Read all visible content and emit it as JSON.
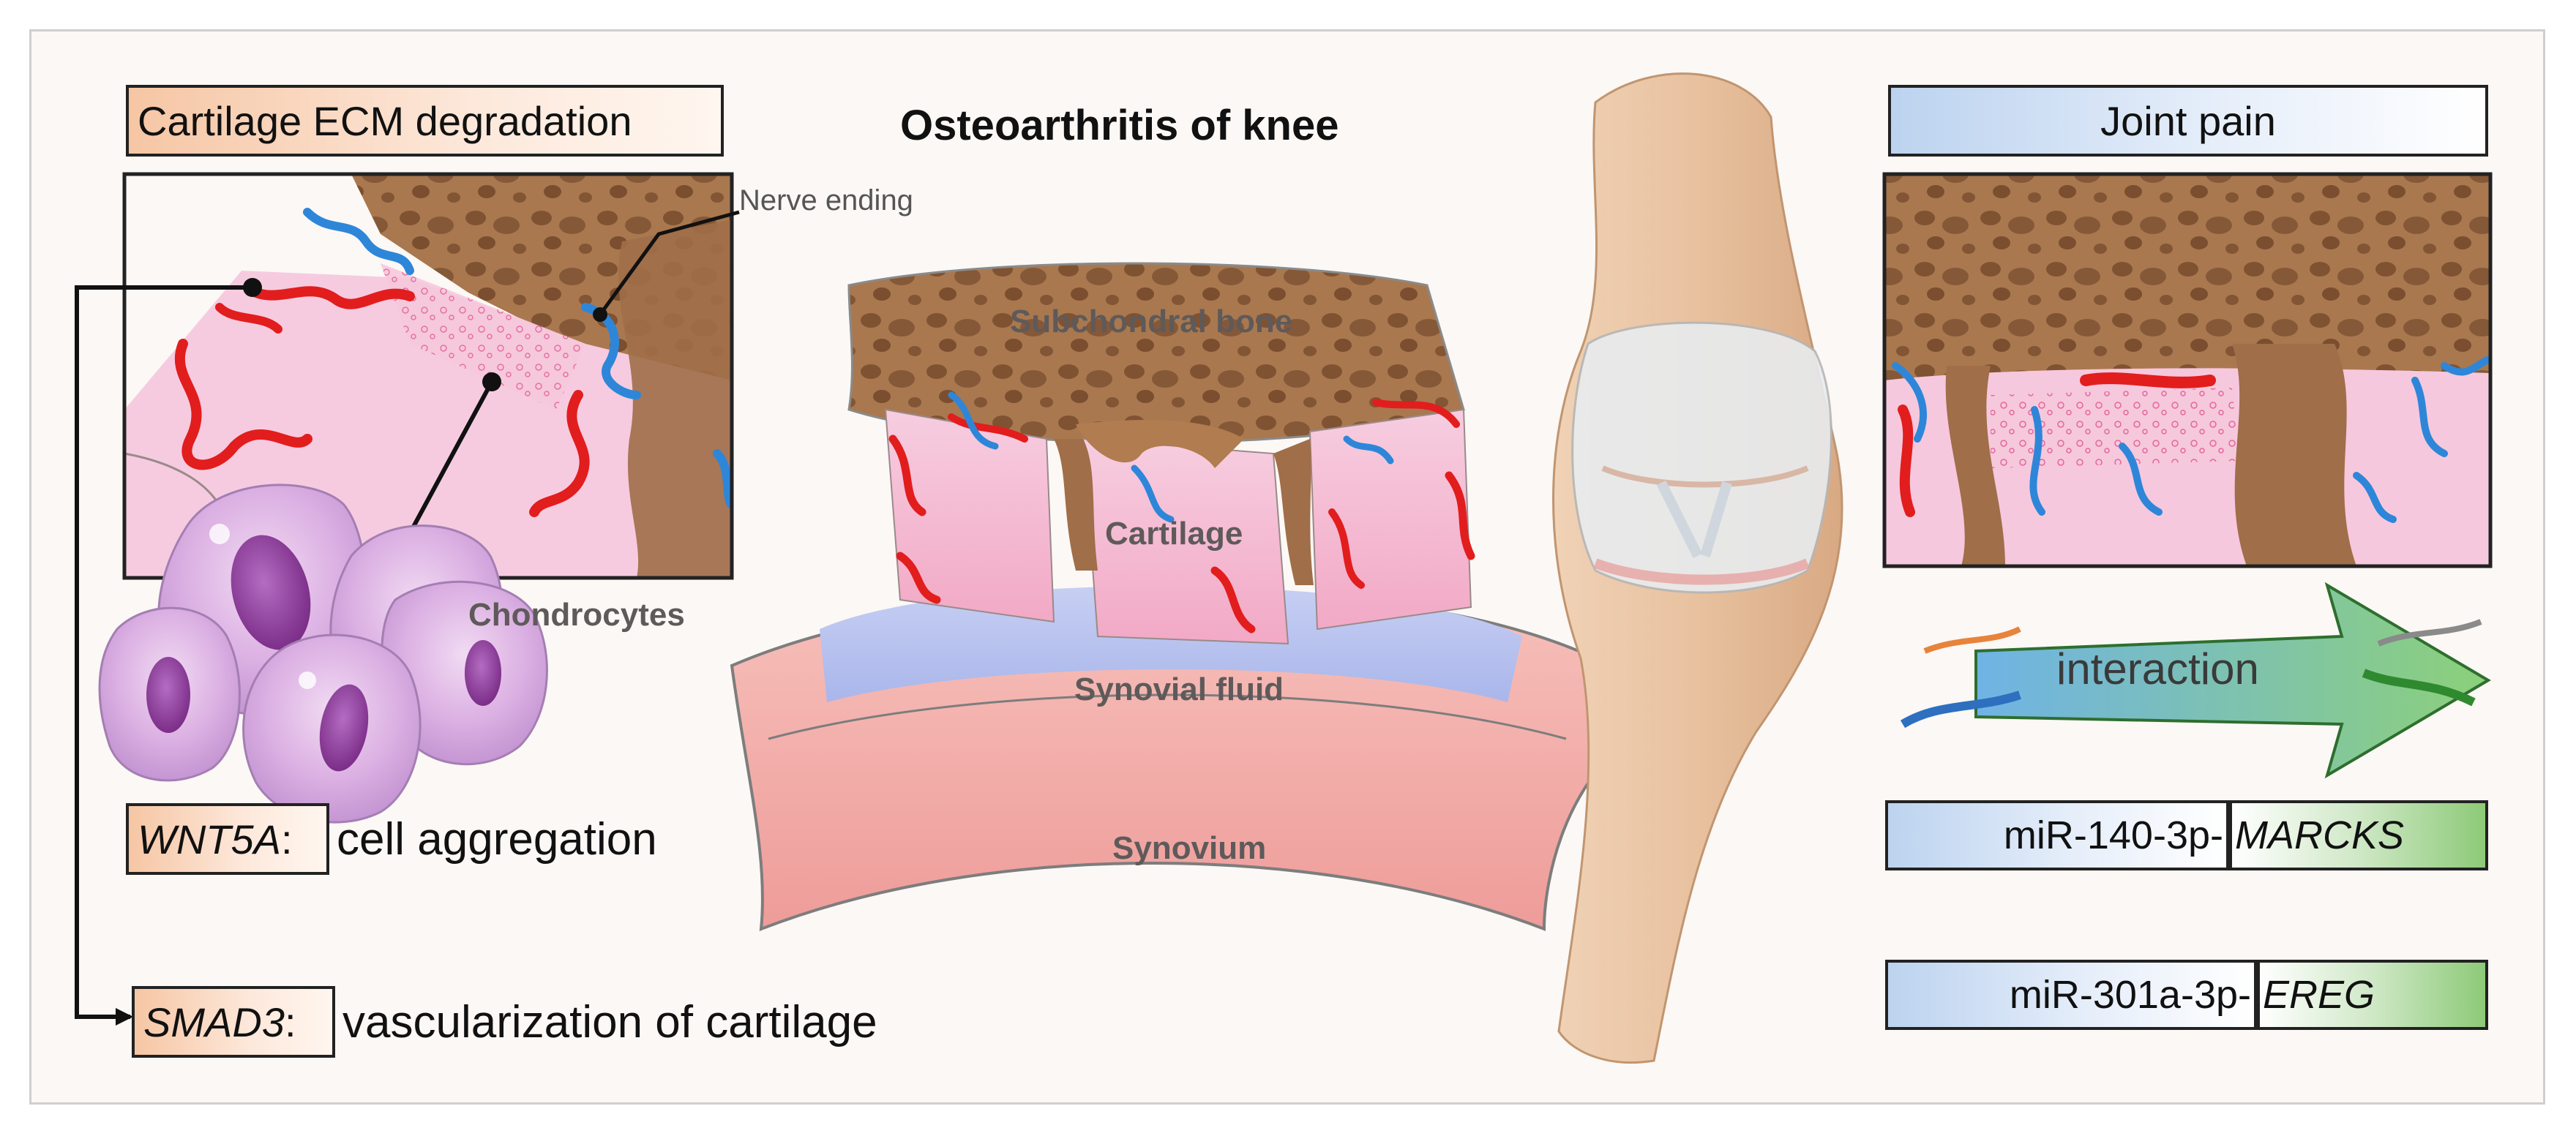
{
  "title": "Osteoarthritis of knee",
  "left_panel": {
    "header": "Cartilage ECM degradation",
    "nerve_label": "Nerve ending",
    "chondrocytes_label": "Chondrocytes"
  },
  "knee_labels": {
    "subchondral_bone": "Subchondral bone",
    "cartilage": "Cartilage",
    "synovial_fluid": "Synovial fluid",
    "synovium": "Synovium"
  },
  "genes": [
    {
      "gene": "WNT5A",
      "sep": ":",
      "effect": "cell aggregation"
    },
    {
      "gene": "SMAD3",
      "sep": ":",
      "effect": "vascularization of cartilage"
    }
  ],
  "right_panel": {
    "header": "Joint pain",
    "interaction_label": "interaction",
    "pairs": [
      {
        "mirna": "miR-140-3p-",
        "target": "MARCKS"
      },
      {
        "mirna": "miR-301a-3p-",
        "target": "EREG"
      }
    ]
  },
  "colors": {
    "nerve": "#2e86d9",
    "vessel": "#e21d1d",
    "cartilage": "#f4bdd6",
    "bone": "#9c6b45",
    "synovium": "#f3a9a5",
    "synovial_fluid": "#b7c4ef",
    "orange_label": "#f6c6a4",
    "blue_label": "#bcd3ef",
    "green_label": "#8dca78"
  }
}
